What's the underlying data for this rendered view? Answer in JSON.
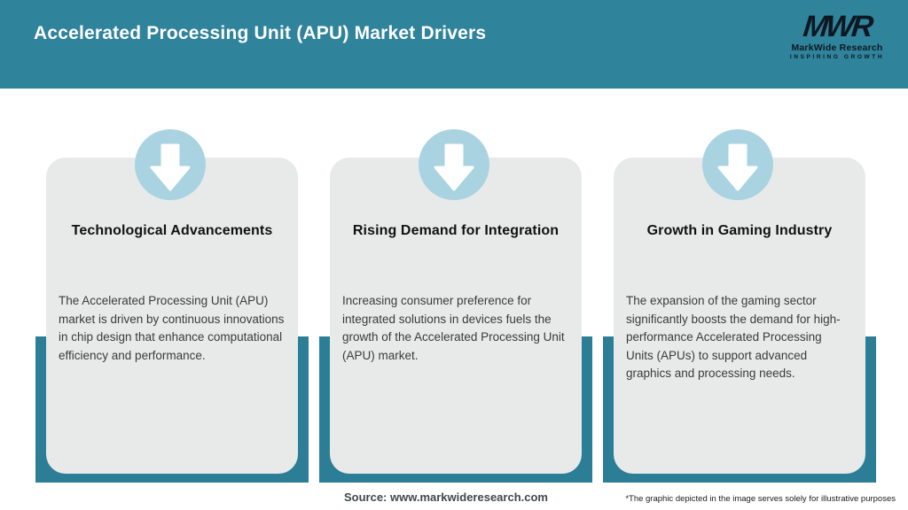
{
  "header": {
    "title": "Accelerated Processing Unit (APU) Market Drivers",
    "logo": {
      "acronym": "MWR",
      "name": "MarkWide Research",
      "tagline": "INSPIRING GROWTH"
    }
  },
  "cards": [
    {
      "icon": "arrow-down-icon",
      "title": "Technological Advancements",
      "body": "The Accelerated Processing Unit (APU) market is driven by continuous innovations in chip design that enhance computational efficiency and performance."
    },
    {
      "icon": "arrow-down-icon",
      "title": "Rising Demand for Integration",
      "body": "Increasing consumer preference for integrated solutions in devices fuels the growth of the Accelerated Processing Unit (APU) market."
    },
    {
      "icon": "arrow-down-icon",
      "title": "Growth in Gaming Industry",
      "body": "The expansion of the gaming sector significantly boosts the demand for high-performance Accelerated Processing Units (APUs) to support advanced graphics and processing needs."
    }
  ],
  "footer": {
    "source": "Source: www.markwideresearch.com",
    "disclaimer": "*The graphic depicted in the image serves solely for illustrative purposes"
  },
  "colors": {
    "header_bg": "#2F839B",
    "frame": "#2C7E96",
    "circle": "#A9D3E1",
    "card_bg": "#E8EAEA",
    "arrow": "#FFFFFF",
    "body_text": "#3A3A3A",
    "source_text": "#41484C",
    "logo_text": "#0E1822"
  }
}
